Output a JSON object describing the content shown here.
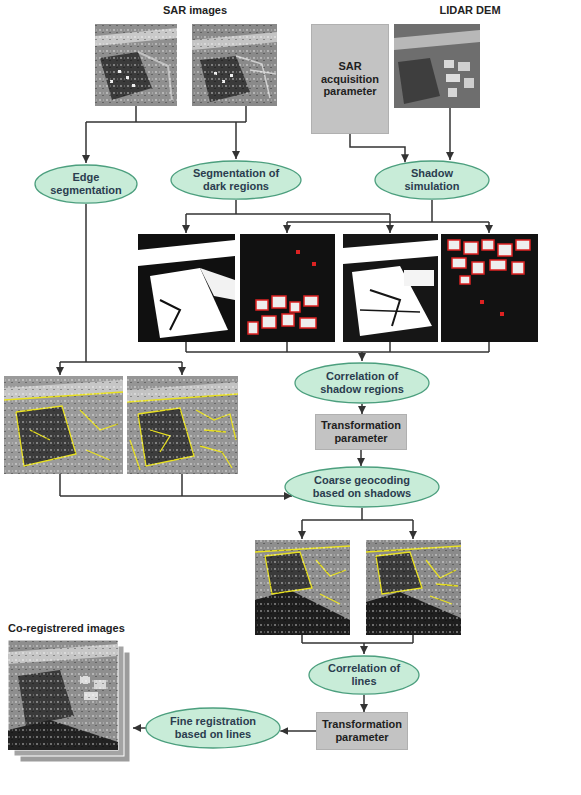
{
  "diagram": {
    "nodes": [
      {
        "text": [
          "SAR acquisition parameter"
        ]
      },
      {
        "text": [
          "Edge segmentation"
        ]
      },
      {
        "text": [
          "Segmentation of dark regions"
        ]
      },
      {
        "text": [
          "Shadow simulation"
        ]
      },
      {
        "text": [
          "Correlation of shadow regions"
        ]
      },
      {
        "text": [
          "Transformation parameter"
        ]
      },
      {
        "text": [
          "Coarse geocoding based on shadows"
        ]
      },
      {
        "text": [
          "Correlation of lines"
        ]
      },
      {
        "text": [
          "Transformation parameter"
        ]
      },
      {
        "text": [
          "Fine registration based on lines"
        ]
      }
    ],
    "edges": [
      {
        "from": 0,
        "to": 3,
        "arrow": "to"
      },
      {
        "from": 4,
        "to": 5,
        "arrow": "to"
      },
      {
        "from": 5,
        "to": 6,
        "arrow": "to"
      },
      {
        "from": 7,
        "to": 8,
        "arrow": "to"
      },
      {
        "from": 8,
        "to": 9,
        "arrow": "to"
      }
    ],
    "labels": [
      "SAR images",
      "LIDAR DEM",
      "Co-registrered images"
    ]
  }
}
